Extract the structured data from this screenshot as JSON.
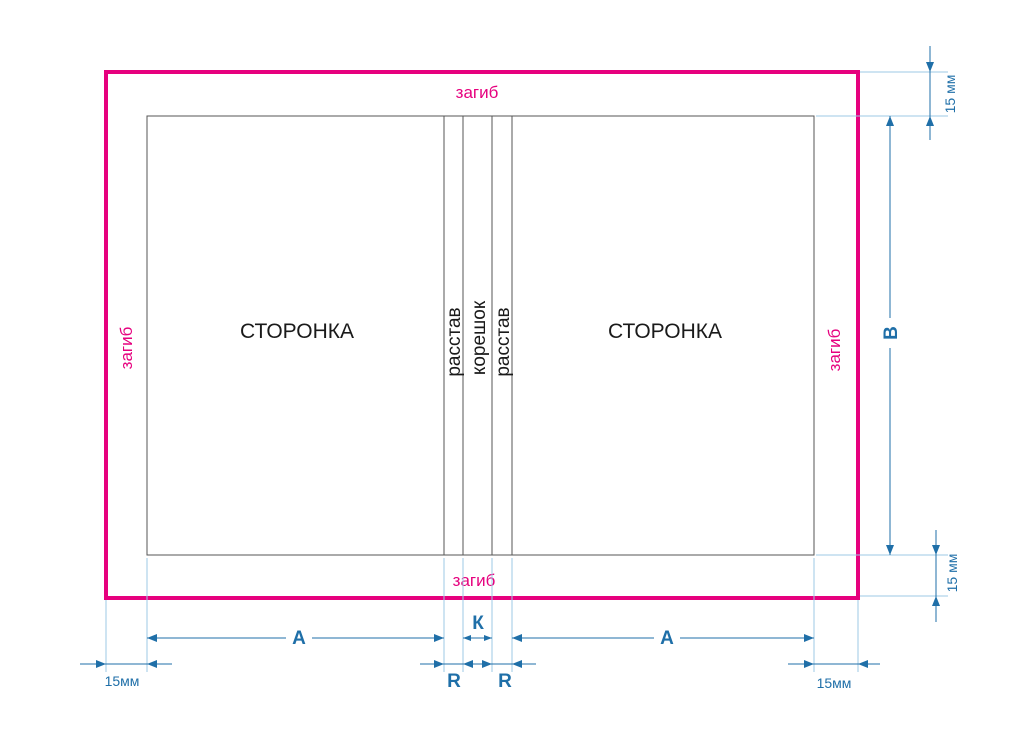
{
  "colors": {
    "fold": "#e6007e",
    "dimension": "#1f6fa8",
    "line": "#555555"
  },
  "panels": {
    "left": "СТОРОНКА",
    "right": "СТОРОНКА"
  },
  "spine": {
    "gap_left": "расстав",
    "spine": "корешок",
    "gap_right": "расстав"
  },
  "fold": {
    "top": "загиб",
    "bottom": "загиб",
    "left": "загиб",
    "right": "загиб"
  },
  "dimensions": {
    "a_left": "A",
    "k": "К",
    "a_right": "A",
    "r_left": "R",
    "r_right": "R",
    "b": "B",
    "mm_left": "15мм",
    "mm_right": "15мм",
    "mm_top": "15 мм",
    "mm_bottom": "15 мм"
  }
}
